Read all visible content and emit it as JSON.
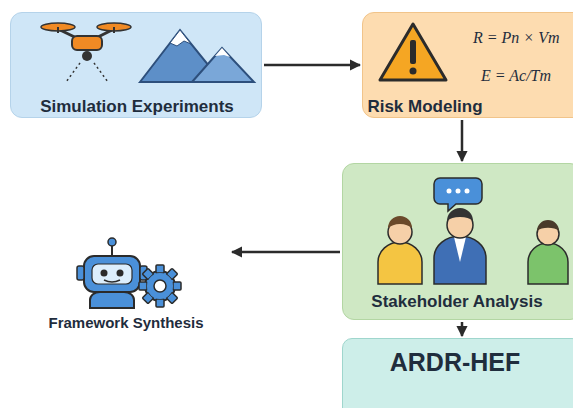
{
  "diagram": {
    "nodes": [
      {
        "text": [
          "Simulation Experiments"
        ]
      },
      {
        "text": [
          "Risk Modeling",
          "R = Pn × Vm",
          "E = Ac/Tm"
        ]
      },
      {
        "text": [
          "Stakeholder Analysis"
        ]
      },
      {
        "text": [
          "Framework Synthesis"
        ]
      },
      {
        "text": [
          "ARDR-HEF"
        ]
      }
    ],
    "edges": [
      {
        "from": 0,
        "to": 1,
        "arrow": "to"
      },
      {
        "from": 1,
        "to": 2,
        "arrow": "to"
      },
      {
        "from": 2,
        "to": 3,
        "arrow": "to"
      },
      {
        "from": 2,
        "to": 4,
        "arrow": "to"
      }
    ]
  }
}
